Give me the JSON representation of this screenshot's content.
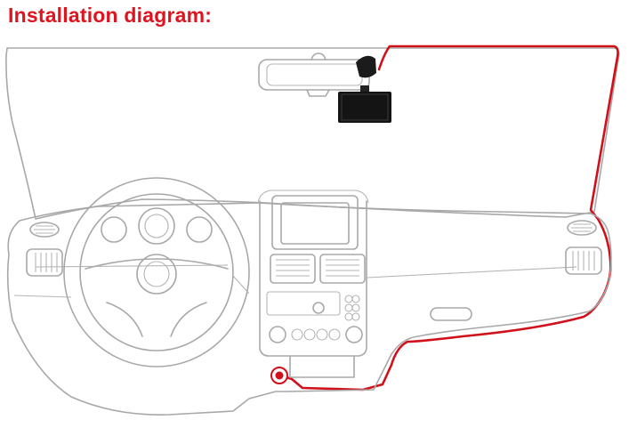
{
  "title": "Installation diagram:",
  "colors": {
    "title": "#e0141e",
    "cable": "#d0101a",
    "outline": "#a8a8a8",
    "dash_camera": "#141414"
  },
  "components": {
    "windshield": "windshield-outline",
    "mirror": "rear-view-mirror",
    "camera": "dash-camera",
    "cable": "power-cable-route",
    "socket": "cigarette-lighter-socket"
  }
}
